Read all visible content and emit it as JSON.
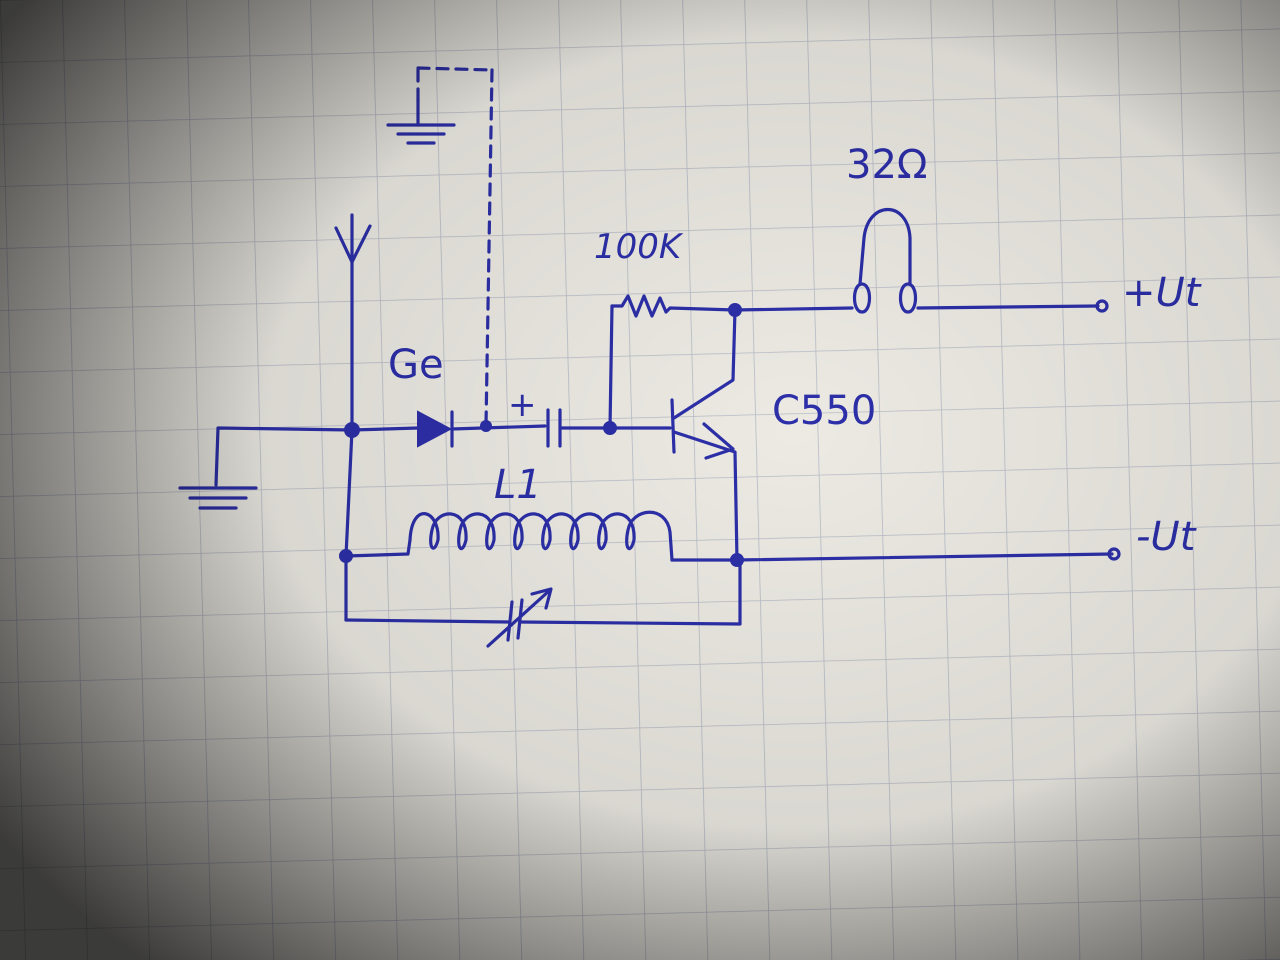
{
  "labels": {
    "diode": "Ge",
    "capacitor_polarity": "+",
    "resistor": "100K",
    "headphones": "32Ω",
    "transistor": "C550",
    "coil": "L1",
    "positive_supply": "+Ut",
    "negative_supply": "-Ut"
  },
  "colors": {
    "ink": "#2c2fa8",
    "paper": "#eceae3",
    "grid": "#b8bcc8"
  }
}
